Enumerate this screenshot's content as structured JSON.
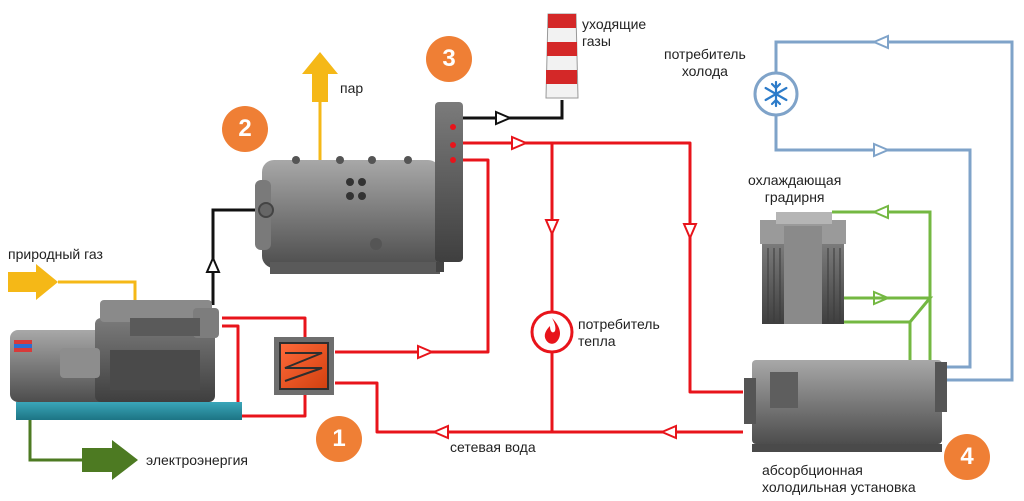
{
  "labels": {
    "gas_in": "природный газ",
    "steam": "пар",
    "exhaust": "уходящие\nгазы",
    "cold_consumer": "потребитель\nхолода",
    "cooling_tower": "охлаждающая\nградирня",
    "heat_consumer": "потребитель\nтепла",
    "network_water": "сетевая вода",
    "electricity": "электроэнергия",
    "absorption_unit": "абсорбционная\nхолодильная установка"
  },
  "badges": [
    "1",
    "2",
    "3",
    "4"
  ],
  "colors": {
    "hot_water": "#e8141b",
    "exhaust": "#111111",
    "chilled_water": "#7fa3c9",
    "cooling_water": "#74b842",
    "badge": "#ef7f35",
    "gas_arrow": "#f5b817",
    "electric_arrow": "#4d7a22",
    "equipment": "#6b6b6b"
  },
  "icons": {
    "heat_consumer": "flame-icon",
    "cold_consumer": "snowflake-icon"
  }
}
